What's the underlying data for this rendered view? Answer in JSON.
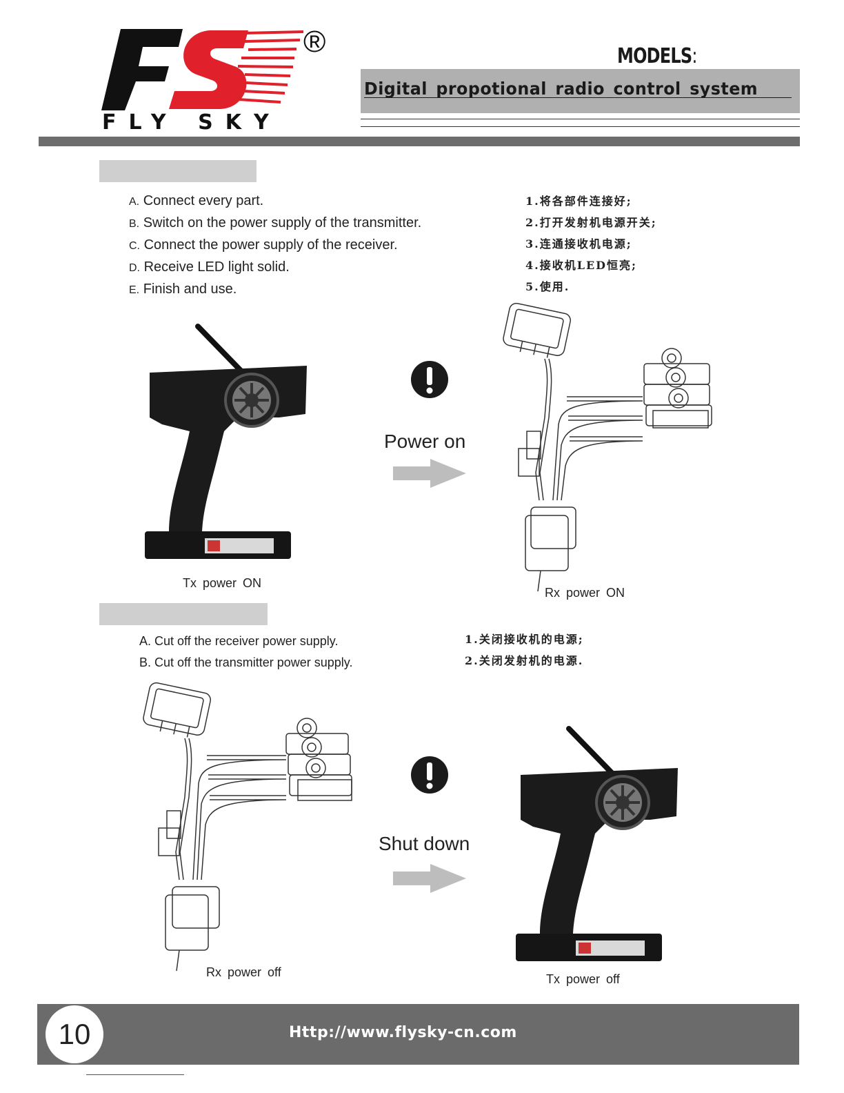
{
  "header": {
    "logo_text": "FLY SKY",
    "logo_mark": "FS",
    "registered_mark": "®",
    "models_label": "MODELS",
    "models_colon": ":",
    "subtitle": "Digital propotional radio control system"
  },
  "power_on_section": {
    "steps_en": [
      {
        "letter": "A.",
        "text": "Connect every part."
      },
      {
        "letter": "B.",
        "text": "Switch on the power supply of the transmitter."
      },
      {
        "letter": "C.",
        "text": "Connect the power supply of the receiver."
      },
      {
        "letter": "D.",
        "text": "Receive LED light solid."
      },
      {
        "letter": "E.",
        "text": "Finish and use."
      }
    ],
    "steps_zh": [
      "1.将各部件连接好;",
      "2.打开发射机电源开关;",
      "3.连通接收机电源;",
      "4.接收机LED恒亮;",
      "5.使用."
    ],
    "center_label": "Power on",
    "tx_caption": "Tx  power  ON",
    "rx_caption": "Rx  power  ON",
    "icons": {
      "alert": "exclamation-icon",
      "arrow": "right-arrow-icon"
    }
  },
  "shutdown_section": {
    "steps_en": [
      "A. Cut off the receiver power supply.",
      "B. Cut off the transmitter power supply."
    ],
    "steps_zh": [
      "1.关闭接收机的电源;",
      "2.关闭发射机的电源."
    ],
    "center_label": "Shut down",
    "rx_caption": "Rx  power  off",
    "tx_caption": "Tx  power  off"
  },
  "footer": {
    "page_number": "10",
    "url": "Http://www.flysky-cn.com"
  },
  "colors": {
    "logo_red": "#e0202a",
    "logo_black": "#111111",
    "band_gray": "#6b6b6b",
    "section_bar_gray": "#cfcfcf",
    "arrow_gray": "#bdbdbd"
  }
}
